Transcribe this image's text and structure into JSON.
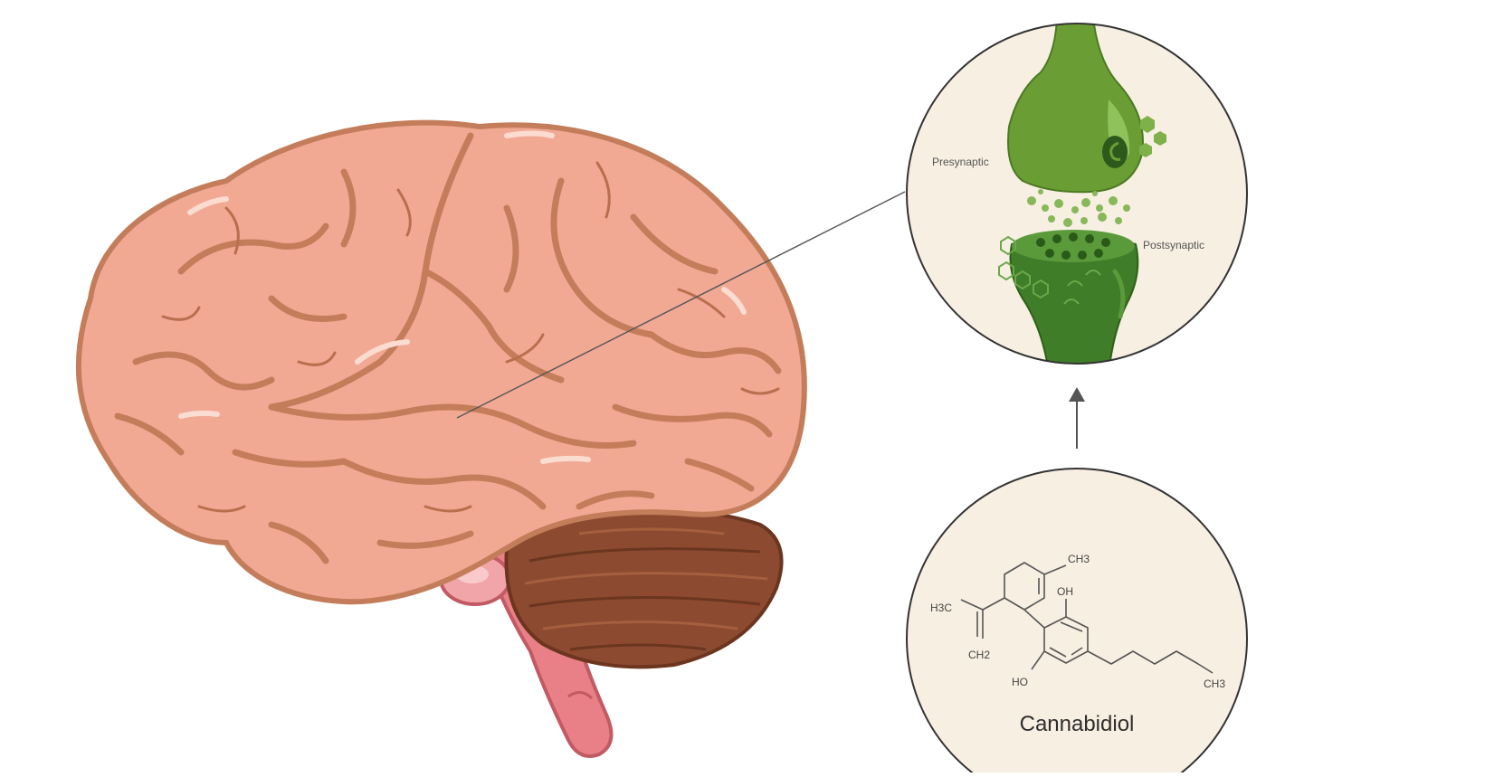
{
  "synapse": {
    "presynaptic_label": "Presynaptic",
    "postsynaptic_label": "Postsynaptic",
    "colors": {
      "presynaptic": "#6a9e35",
      "postsynaptic": "#3f7d28",
      "neurotransmitter": "#88b85a"
    }
  },
  "molecule": {
    "name": "Cannabidiol",
    "groups": {
      "ch3_top": "CH3",
      "h3c_left": "H3C",
      "ch2": "CH2",
      "oh_top": "OH",
      "ho_bottom": "HO",
      "ch3_tail": "CH3"
    }
  },
  "colors": {
    "brain_fill": "#f2a994",
    "brain_outline": "#c47d5a",
    "cerebellum": "#8c4b30",
    "brainstem": "#e37d86",
    "inset_bg": "#f7efe2"
  }
}
